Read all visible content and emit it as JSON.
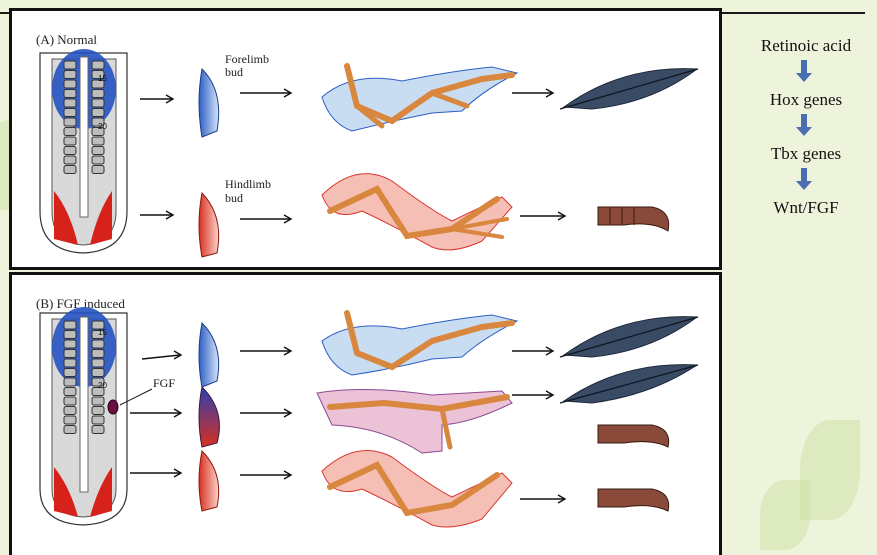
{
  "panelA": {
    "label": "(A) Normal",
    "forelimb_label": "Forelimb",
    "forelimb_label2": "bud",
    "hindlimb_label": "Hindlimb",
    "hindlimb_label2": "bud",
    "somite_15": "15",
    "somite_20": "20"
  },
  "panelB": {
    "label": "(B) FGF induced",
    "fgf_label": "FGF",
    "somite_15": "15",
    "somite_20": "20"
  },
  "pathway": {
    "steps": [
      "Retinoic acid",
      "Hox genes",
      "Tbx genes",
      "Wnt/FGF"
    ]
  },
  "colors": {
    "forelimb": "#3f6fc8",
    "hindlimb": "#d63a2a",
    "bone": "#d9863e",
    "feather": "#3a4b66",
    "scale": "#8a4a3a",
    "arrow": "#4a6fb0"
  }
}
